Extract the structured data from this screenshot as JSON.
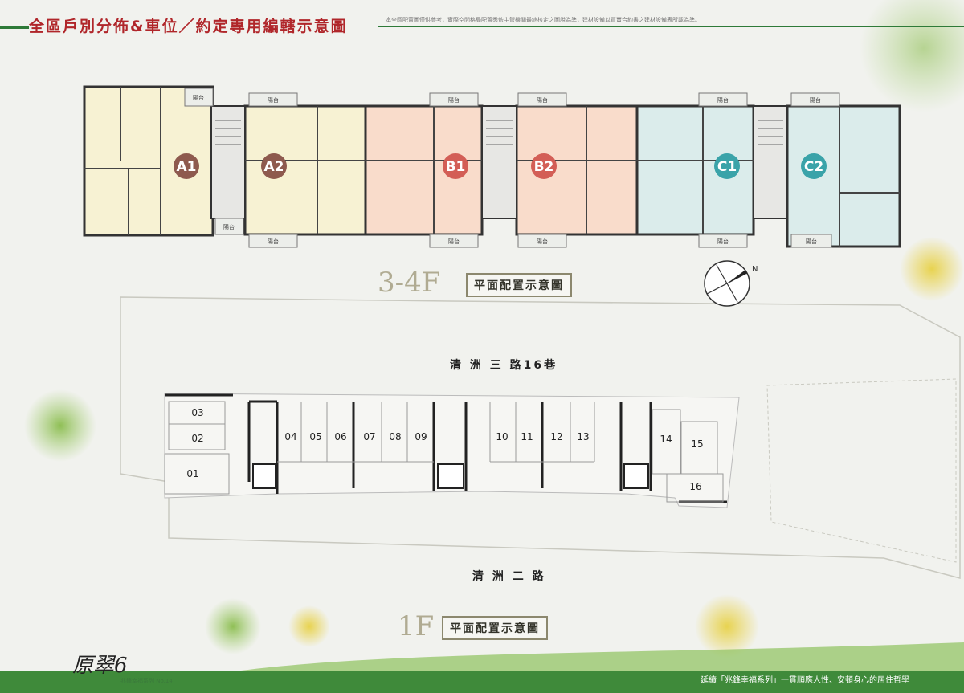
{
  "header": {
    "title": "全區戶別分佈&車位／約定專用編轄示意圖",
    "disclaimer": "本全區配置圖僅供參考，實際空間格局配置悉依主管機關最終核定之圖說為準，建材設備以買賣合約書之建材設備表所載為準。"
  },
  "upper_plan": {
    "floor": "3-4F",
    "caption": "平面配置示意圖",
    "units": [
      {
        "id": "A1",
        "color": "#8e5a4e",
        "fill": "#f7f2d3"
      },
      {
        "id": "A2",
        "color": "#8e5a4e",
        "fill": "#f7f2d3"
      },
      {
        "id": "B1",
        "color": "#d35e56",
        "fill": "#f9dccb"
      },
      {
        "id": "B2",
        "color": "#d35e56",
        "fill": "#f9dccb"
      },
      {
        "id": "C1",
        "color": "#3aa3a9",
        "fill": "#dbeceb"
      },
      {
        "id": "C2",
        "color": "#3aa3a9",
        "fill": "#dbeceb"
      }
    ],
    "balcony_label": "陽台",
    "compass": "N"
  },
  "lower_plan": {
    "floor": "1F",
    "caption": "平面配置示意圖",
    "street_north": "清 洲 三 路16巷",
    "street_south": "清 洲 二 路",
    "parking": [
      "01",
      "02",
      "03",
      "04",
      "05",
      "06",
      "07",
      "08",
      "09",
      "10",
      "11",
      "12",
      "13",
      "14",
      "15",
      "16"
    ]
  },
  "footer": {
    "brand": "原翠6",
    "series": "兆鋒幸福系列 No.14",
    "slogan": "延續「兆鋒幸福系列」一貫順應人性、安頓身心的居住哲學"
  }
}
